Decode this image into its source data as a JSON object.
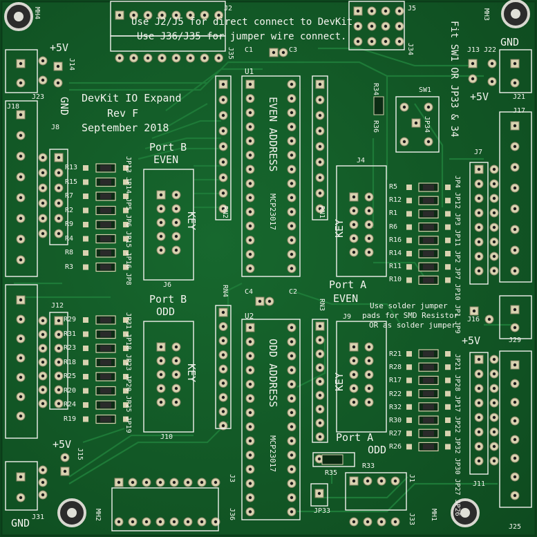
{
  "board": {
    "title_line1": "DevKit IO Expand",
    "title_line2": "Rev F",
    "title_line3": "September 2018",
    "note_line1": "Use J2/J5 for direct connect to DevKit.",
    "note_line2": "Use J36/J35 for jumper wire connect.",
    "fit_note": "Fit SW1 OR JP33 & 34",
    "solder_note_line1": "Use solder jumper",
    "solder_note_line2": "pads for SMD Resistor",
    "solder_note_line3": "OR as solder jumper"
  },
  "chips": {
    "u1_ref": "U1",
    "u1_label": "EVEN ADDRESS",
    "u1_part": "MCP23017",
    "u2_ref": "U2",
    "u2_label": "ODD ADDRESS",
    "u2_part": "MCP23017"
  },
  "ports": {
    "port_b_even_1": "Port B",
    "port_b_even_2": "EVEN",
    "port_b_odd_1": "Port B",
    "port_b_odd_2": "ODD",
    "port_a_even_1": "Port A",
    "port_a_even_2": "EVEN",
    "port_a_odd_1": "Port A",
    "port_a_odd_2": "ODD",
    "key": "KEY"
  },
  "power": {
    "plus5v": "+5V",
    "gnd": "GND"
  },
  "refs": {
    "j2": "J2",
    "j5": "J5",
    "j34": "J34",
    "j35": "J35",
    "j36": "J36",
    "j3": "J3",
    "j4": "J4",
    "j6": "J6",
    "j9": "J9",
    "j10": "J10",
    "j1": "J1",
    "j33": "J33",
    "j14": "J14",
    "j8": "J8",
    "j12": "J12",
    "j13": "J13",
    "j7": "J7",
    "j11": "J11",
    "j15": "J15",
    "j16": "J16",
    "j17": "J17",
    "j18": "J18",
    "j21": "J21",
    "j22": "J22",
    "j23": "J23",
    "j25": "J25",
    "j29": "J29",
    "j31": "J31",
    "c1": "C1",
    "c2": "C2",
    "c3": "C3",
    "c4": "C4",
    "rn1": "RN1",
    "rn2": "RN2",
    "rn3": "RN3",
    "rn4": "RN4",
    "r33": "R33",
    "r34": "R34",
    "r35": "R35",
    "r36": "R36",
    "sw1": "SW1",
    "jp33": "JP33",
    "jp34": "JP34",
    "mh1": "MH1",
    "mh2": "MH2",
    "mh3": "MH3",
    "mh4": "MH4"
  },
  "resistors_left_top": [
    "R13",
    "R15",
    "R7",
    "R2",
    "R9",
    "R4",
    "R8",
    "R3"
  ],
  "resistors_left_bottom": [
    "R29",
    "R31",
    "R23",
    "R18",
    "R25",
    "R20",
    "R24",
    "R19"
  ],
  "resistors_right_top": [
    "R5",
    "R12",
    "R1",
    "R6",
    "R16",
    "R14",
    "R11",
    "R10"
  ],
  "resistors_right_bottom": [
    "R21",
    "R28",
    "R17",
    "R22",
    "R32",
    "R30",
    "R27",
    "R26"
  ],
  "jumpers_left_top": "JP13 JP14 JP5 JP6 JP15 JP16 JP8",
  "jumpers_left_bottom": "JP31 JP18 JP23 JP20 JP25 JP19",
  "jumpers_right_top": "JP4 JP12 JP3 JP11 JP2 JP7 JP10 JP1 JP9",
  "jumpers_right_bottom": "JP21 JP28 JP17 JP22 JP32 JP30 JP27 JP26",
  "colors": {
    "board": "#135a27",
    "copper_trace": "#1f7a3a",
    "silkscreen": "#f4f4ee",
    "pad": "#d9d2b0",
    "mounting_hole": "#c8c8c0"
  }
}
